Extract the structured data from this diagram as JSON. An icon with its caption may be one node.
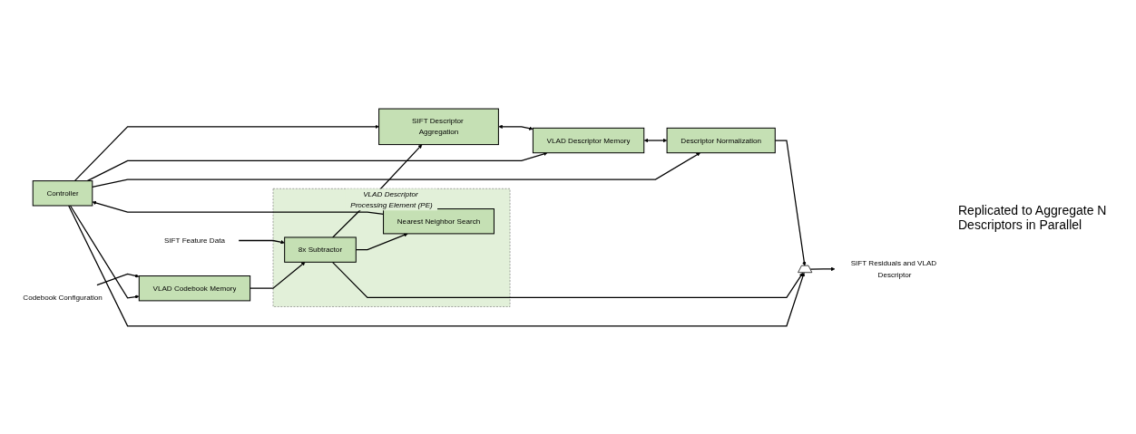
{
  "diagram": {
    "nodes": [
      {
        "text": [
          "Controller"
        ]
      },
      {
        "text": [
          "Codebook Configuration"
        ]
      },
      {
        "text": [
          "VLAD Codebook Memory"
        ]
      },
      {
        "text": [
          "SIFT Descriptor Aggregation"
        ]
      },
      {
        "text": [
          "VLAD Descriptor Memory"
        ]
      },
      {
        "text": [
          "Descriptor Normalization"
        ]
      },
      {
        "text": [],
        "shape": "trapezoid"
      },
      {
        "text": [
          "SIFT Residuals and VLAD Descriptor"
        ]
      },
      {
        "text": [
          "VLAD Descriptor Processing Element (PE)"
        ]
      },
      {
        "text": [
          "SIFT Feature Data"
        ]
      },
      {
        "text": [
          "8x Subtractor"
        ],
        "in": 8
      },
      {
        "text": [
          "Nearest Neighbor Search"
        ],
        "in": 8
      }
    ],
    "edges": [
      {
        "from": 0,
        "to": 2,
        "arrow": "to"
      },
      {
        "from": 0,
        "to": 3,
        "arrow": "to"
      },
      {
        "from": 0,
        "to": 4,
        "arrow": "to"
      },
      {
        "from": 0,
        "to": 5,
        "arrow": "to"
      },
      {
        "from": 0,
        "to": 6,
        "arrow": "to"
      },
      {
        "from": 11,
        "to": 0,
        "arrow": "to"
      },
      {
        "from": 1,
        "to": 2,
        "arrow": "to"
      },
      {
        "from": 2,
        "to": 10,
        "arrow": "to"
      },
      {
        "from": 9,
        "to": 10,
        "arrow": "to"
      },
      {
        "from": 10,
        "to": 11,
        "arrow": "to"
      },
      {
        "from": 10,
        "to": 3,
        "arrow": "to"
      },
      {
        "from": 10,
        "to": 6,
        "arrow": "to"
      },
      {
        "from": 3,
        "to": 4,
        "arrow": "both"
      },
      {
        "from": 4,
        "to": 5,
        "arrow": "both"
      },
      {
        "from": 5,
        "to": 6,
        "arrow": "to"
      },
      {
        "from": 6,
        "to": 7,
        "arrow": "to"
      }
    ],
    "labels": [
      "Replicated to Aggregate N Descriptors in Parallel"
    ]
  }
}
